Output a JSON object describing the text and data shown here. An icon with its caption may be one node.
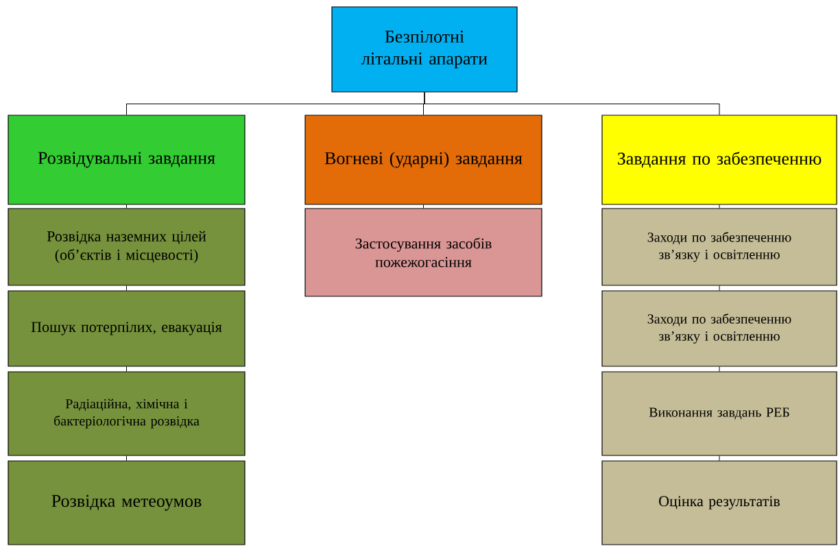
{
  "diagram": {
    "nodes": [
      {
        "text": [
          "Безпілотні літальні апарати"
        ]
      },
      {
        "text": [
          "Розвідувальні завдання"
        ]
      },
      {
        "text": [
          "Вогневі (ударні) завдання"
        ]
      },
      {
        "text": [
          "Завдання по забезпеченню"
        ]
      },
      {
        "text": [
          "Розвідка наземних цілей (об’єктів і місцевості)"
        ]
      },
      {
        "text": [
          "Пошук потерпілих, евакуація"
        ]
      },
      {
        "text": [
          "Радіаційна, хімічна і бактеріологічна розвідка"
        ]
      },
      {
        "text": [
          "Розвідка метеоумов"
        ]
      },
      {
        "text": [
          "Застосування засобів пожежогасіння"
        ]
      },
      {
        "text": [
          "Заходи по забезпеченню зв’язку і освітленню"
        ]
      },
      {
        "text": [
          "Заходи по забезпеченню зв’язку і освітленню"
        ]
      },
      {
        "text": [
          "Виконання завдань РЕБ"
        ]
      },
      {
        "text": [
          "Оцінка результатів"
        ]
      }
    ],
    "edges": [
      {
        "from": 0,
        "to": 1,
        "arrow": "none"
      },
      {
        "from": 0,
        "to": 2,
        "arrow": "none"
      },
      {
        "from": 0,
        "to": 3,
        "arrow": "none"
      },
      {
        "from": 1,
        "to": 4,
        "arrow": "none"
      },
      {
        "from": 4,
        "to": 5,
        "arrow": "none"
      },
      {
        "from": 5,
        "to": 6,
        "arrow": "none"
      },
      {
        "from": 6,
        "to": 7,
        "arrow": "none"
      },
      {
        "from": 2,
        "to": 8,
        "arrow": "none"
      },
      {
        "from": 3,
        "to": 9,
        "arrow": "none"
      },
      {
        "from": 9,
        "to": 10,
        "arrow": "none"
      },
      {
        "from": 10,
        "to": 11,
        "arrow": "none"
      },
      {
        "from": 11,
        "to": 12,
        "arrow": "none"
      }
    ]
  }
}
